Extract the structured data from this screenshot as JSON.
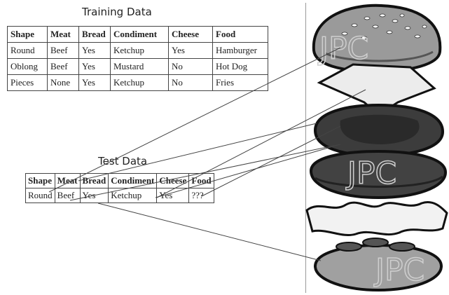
{
  "training": {
    "title": "Training Data",
    "headers": [
      "Shape",
      "Meat",
      "Bread",
      "Condiment",
      "Cheese",
      "Food"
    ],
    "rows": [
      [
        "Round",
        "Beef",
        "Yes",
        "Ketchup",
        "Yes",
        "Hamburger"
      ],
      [
        "Oblong",
        "Beef",
        "Yes",
        "Mustard",
        "No",
        "Hot Dog"
      ],
      [
        "Pieces",
        "None",
        "Yes",
        "Ketchup",
        "No",
        "Fries"
      ]
    ]
  },
  "test": {
    "title": "Test Data",
    "headers": [
      "Shape",
      "Meat",
      "Bread",
      "Condiment",
      "Cheese",
      "Food"
    ],
    "row": [
      "Round",
      "Beef",
      "Yes",
      "Ketchup",
      "Yes",
      "???"
    ]
  },
  "watermark": "JPC",
  "colors": {
    "bun": "#9a9a9a",
    "patty": "#3c3c3c",
    "cheese": "#e8e8e8",
    "lettuce": "#f2f2f2",
    "outline": "#111111"
  }
}
